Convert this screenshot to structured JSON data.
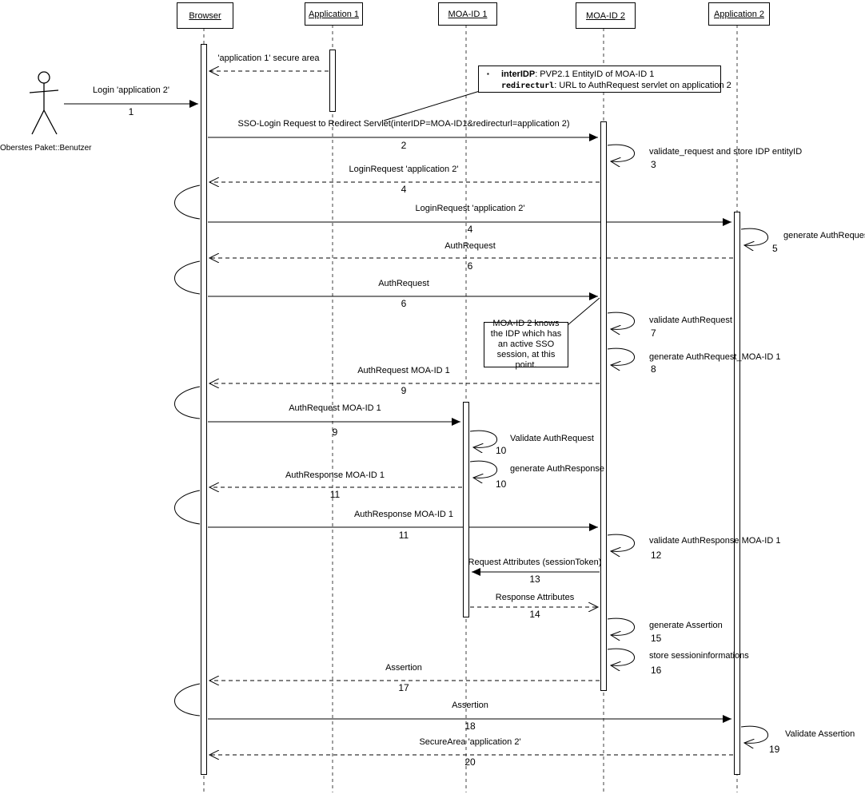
{
  "actor": {
    "label": "Oberstes Paket::Benutzer"
  },
  "lifelines": [
    {
      "label": "Browser"
    },
    {
      "label": "Application 1"
    },
    {
      "label": "MOA-ID 1"
    },
    {
      "label": "MOA-ID 2"
    },
    {
      "label": "Application 2"
    }
  ],
  "notes": {
    "config": {
      "bullet": "▪",
      "line1_key": "interIDP",
      "line1_rest": ": PVP2.1 EntityID of MOA-ID 1",
      "line2_key": "redirecturl",
      "line2_rest": ": URL to AuthRequest servlet on application 2"
    },
    "sso": {
      "text": "MOA-ID 2 knows the IDP which has an active SSO session, at this point."
    }
  },
  "messages": [
    {
      "label": "Login 'application 2'",
      "num": "1"
    },
    {
      "label": "'application 1' secure area"
    },
    {
      "label": "SSO-Login Request to Redirect Servlet(interIDP=MOA-ID1&redirecturl=application 2)",
      "num": "2"
    },
    {
      "label": "validate_request and store IDP entityID",
      "num": "3"
    },
    {
      "label": "LoginRequest 'application 2'",
      "num": "4"
    },
    {
      "label": "LoginRequest 'application 2'",
      "num": "4"
    },
    {
      "label": "generate AuthRequest",
      "num": "5"
    },
    {
      "label": "AuthRequest",
      "num": "6"
    },
    {
      "label": "AuthRequest",
      "num": "6"
    },
    {
      "label": "validate AuthRequest",
      "num": "7"
    },
    {
      "label": "generate AuthRequest_MOA-ID 1",
      "num": "8"
    },
    {
      "label": "AuthRequest MOA-ID 1",
      "num": "9"
    },
    {
      "label": "AuthRequest MOA-ID 1",
      "num": "9"
    },
    {
      "label": "Validate AuthRequest",
      "num": "10"
    },
    {
      "label": "generate AuthResponse",
      "num": "10"
    },
    {
      "label": "AuthResponse MOA-ID 1",
      "num": "11"
    },
    {
      "label": "AuthResponse MOA-ID 1",
      "num": "11"
    },
    {
      "label": "validate AuthResponse MOA-ID 1",
      "num": "12"
    },
    {
      "label": "Request Attributes (sessionToken)",
      "num": "13"
    },
    {
      "label": "Response Attributes",
      "num": "14"
    },
    {
      "label": "generate Assertion",
      "num": "15"
    },
    {
      "label": "store sessioninformations",
      "num": "16"
    },
    {
      "label": "Assertion",
      "num": "17"
    },
    {
      "label": "Assertion",
      "num": "18"
    },
    {
      "label": "Validate Assertion",
      "num": "19"
    },
    {
      "label": "SecureArea 'application 2'",
      "num": "20"
    }
  ]
}
